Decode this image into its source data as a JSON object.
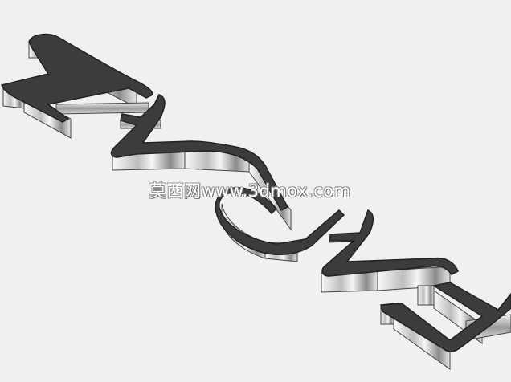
{
  "scene": {
    "background": "#f0f0f0",
    "letter_top_color": "#3c3c3c",
    "letter_side_light": "#fafafa",
    "letter_side_dark": "#555555",
    "letters": [
      "Z",
      "A",
      "C",
      "K",
      "E"
    ]
  },
  "watermark": {
    "text": "莫西网www.3dmox.com"
  }
}
